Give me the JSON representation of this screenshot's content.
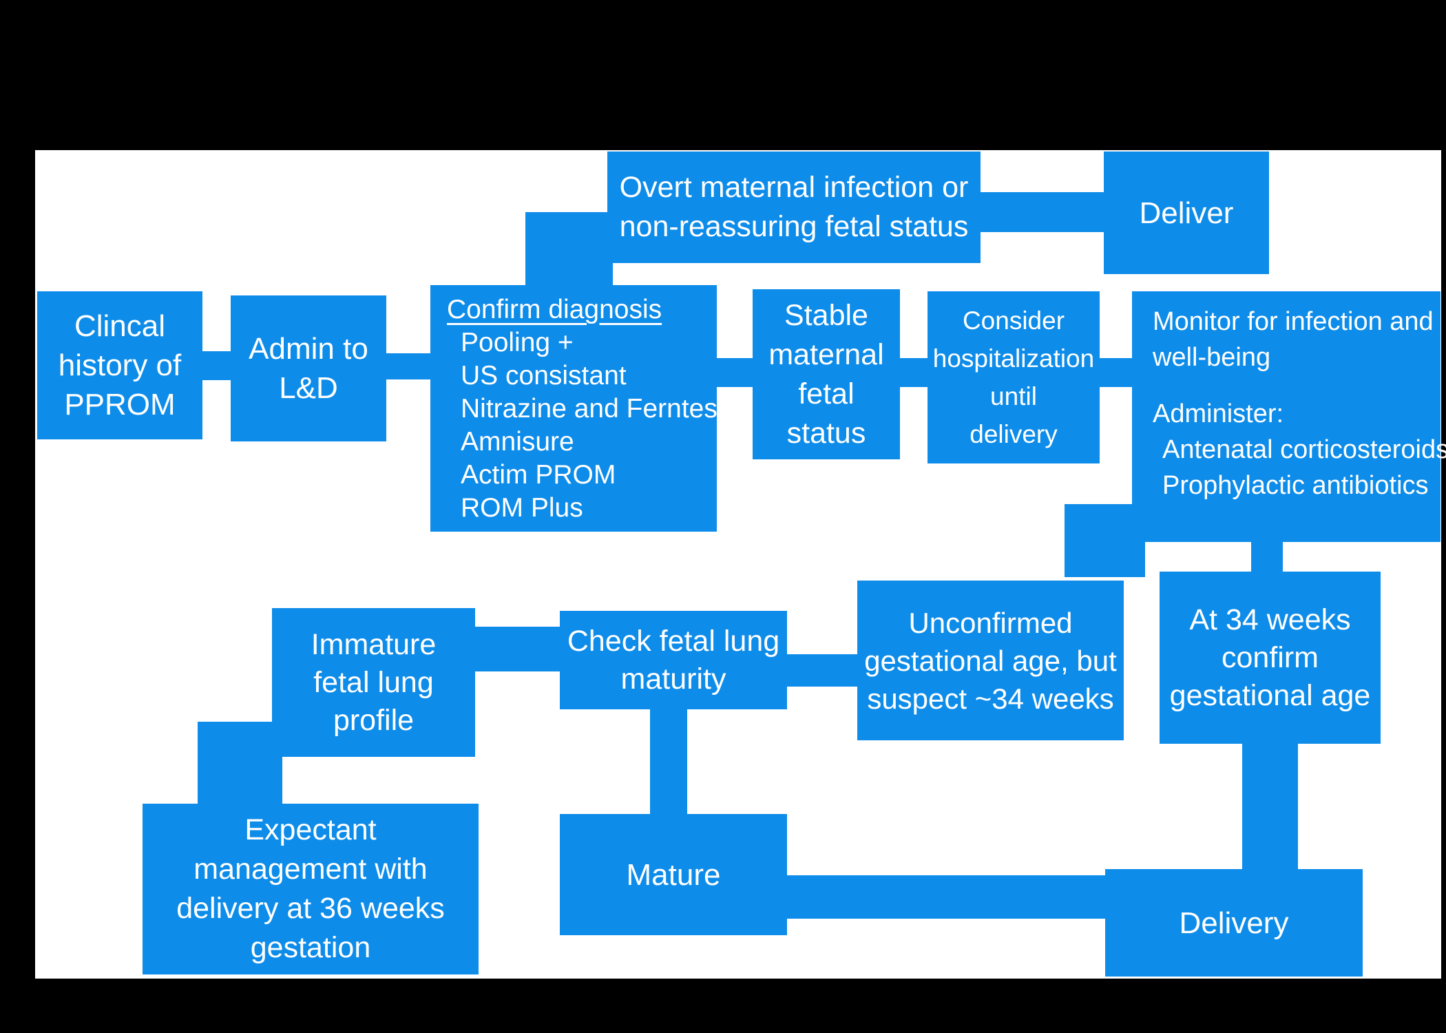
{
  "colors": {
    "node_blue": "#0e8ce9",
    "canvas_white": "#ffffff",
    "letterbox_black": "#000000",
    "text_white": "#ffffff"
  },
  "nodes": {
    "clinical_history": {
      "lines": [
        "Clincal",
        "history of",
        "PPROM"
      ]
    },
    "admit_ld": {
      "lines": [
        "Admin to",
        "L&D"
      ]
    },
    "confirm_diagnosis": {
      "title": "Confirm diagnosis",
      "items": [
        "Pooling +",
        "US consistant",
        "Nitrazine and Ferntests",
        "Amnisure",
        "Actim PROM",
        "ROM Plus"
      ]
    },
    "overt_infection": {
      "lines": [
        "Overt maternal infection or",
        "non-reassuring fetal status"
      ]
    },
    "deliver": {
      "label": "Deliver"
    },
    "stable_status": {
      "lines": [
        "Stable",
        "maternal",
        "fetal",
        "status"
      ]
    },
    "consider_hospitalization": {
      "lines": [
        "Consider",
        "hospitalization",
        "until",
        "delivery"
      ]
    },
    "monitor": {
      "lines_top": [
        "Monitor for infection and",
        "well-being"
      ],
      "administer_label": "Administer:",
      "administer_items": [
        "Antenatal corticosteroids",
        "Prophylactic antibiotics"
      ]
    },
    "unconfirmed_ga": {
      "lines": [
        "Unconfirmed",
        "gestational age, but",
        "suspect ~34 weeks"
      ]
    },
    "at_34_weeks": {
      "lines": [
        "At 34 weeks",
        "confirm",
        "gestational age"
      ]
    },
    "check_lung": {
      "lines": [
        "Check fetal lung",
        "maturity"
      ]
    },
    "immature": {
      "lines": [
        "Immature",
        "fetal lung",
        "profile"
      ]
    },
    "expectant": {
      "lines": [
        "Expectant",
        "management with",
        "delivery at 36 weeks",
        "gestation"
      ]
    },
    "mature": {
      "label": "Mature"
    },
    "delivery": {
      "label": "Delivery"
    }
  }
}
